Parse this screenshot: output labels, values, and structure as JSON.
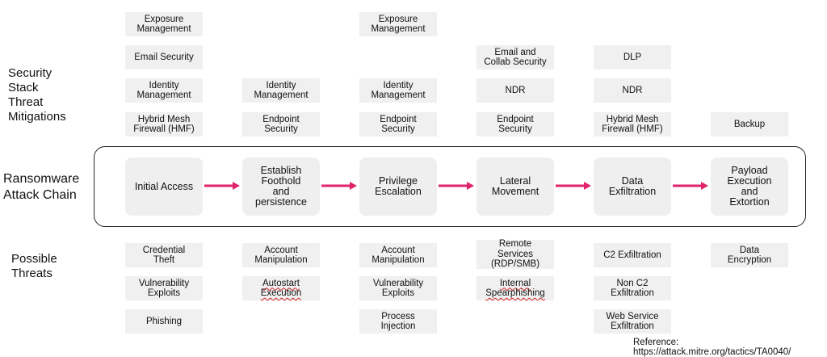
{
  "labels": {
    "mitigations": "Security\nStack\nThreat\nMitigations",
    "chain": "Ransomware\nAttack Chain",
    "threats": "Possible\nThreats"
  },
  "stages": [
    "Initial Access",
    "Establish\nFoothold\nand\npersistence",
    "Privilege\nEscalation",
    "Lateral\nMovement",
    "Data\nExfiltration",
    "Payload\nExecution\nand\nExtortion"
  ],
  "mitigations": [
    [
      "Exposure\nManagement",
      "Email Security",
      "Identity\nManagement",
      "Hybrid Mesh\nFirewall (HMF)"
    ],
    [
      "Identity\nManagement",
      "Endpoint\nSecurity"
    ],
    [
      "Exposure\nManagement",
      "Identity\nManagement",
      "Endpoint\nSecurity"
    ],
    [
      "Email and\nCollab Security",
      "NDR",
      "Endpoint\nSecurity"
    ],
    [
      "DLP",
      "NDR",
      "Hybrid Mesh\nFirewall (HMF)"
    ],
    [
      "Backup"
    ]
  ],
  "threats": [
    [
      "Credential\nTheft",
      "Vulnerability\nExploits",
      "Phishing"
    ],
    [
      "Account\nManipulation",
      "Autostart\nExecution"
    ],
    [
      "Account\nManipulation",
      "Vulnerability\nExploits",
      "Process\nInjection"
    ],
    [
      "Remote\nServices\n(RDP/SMB)",
      "Internal\nSpearphishing"
    ],
    [
      "C2 Exfiltration",
      "Non C2\nExfiltration",
      "Web Service\nExfiltration"
    ],
    [
      "Data\nEncryption"
    ]
  ],
  "reference": "Reference: https://attack.mitre.org/tactics/TA0040/",
  "colors": {
    "arrow": "#e0236b",
    "box": "#f0f0f0",
    "frame": "#222222"
  }
}
